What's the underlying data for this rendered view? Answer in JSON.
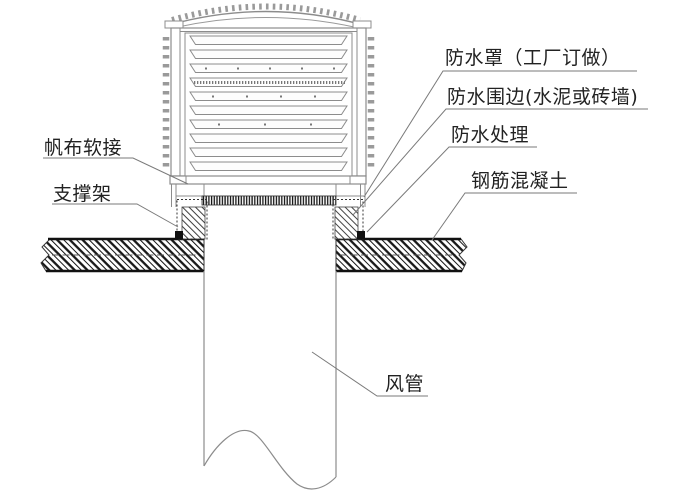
{
  "diagram": {
    "kind": "rooftop-evaporative-cooler-installation-detail",
    "background": "#ffffff"
  },
  "callouts": {
    "right": [
      {
        "text": "防水罩（工厂订做）"
      },
      {
        "text": "防水围边(水泥或砖墙)"
      },
      {
        "text": "防水处理"
      },
      {
        "text": "钢筋混凝土"
      }
    ],
    "left": [
      {
        "text": "帆布软接"
      },
      {
        "text": "支撑架"
      }
    ],
    "bottom": [
      {
        "text": "风管"
      }
    ]
  },
  "colors": {
    "background": "#ffffff",
    "unit_line": "#8c8c8c",
    "hatch_line": "#1a1a1a",
    "leader_line": "#7a7a7a",
    "text": "#222222"
  }
}
